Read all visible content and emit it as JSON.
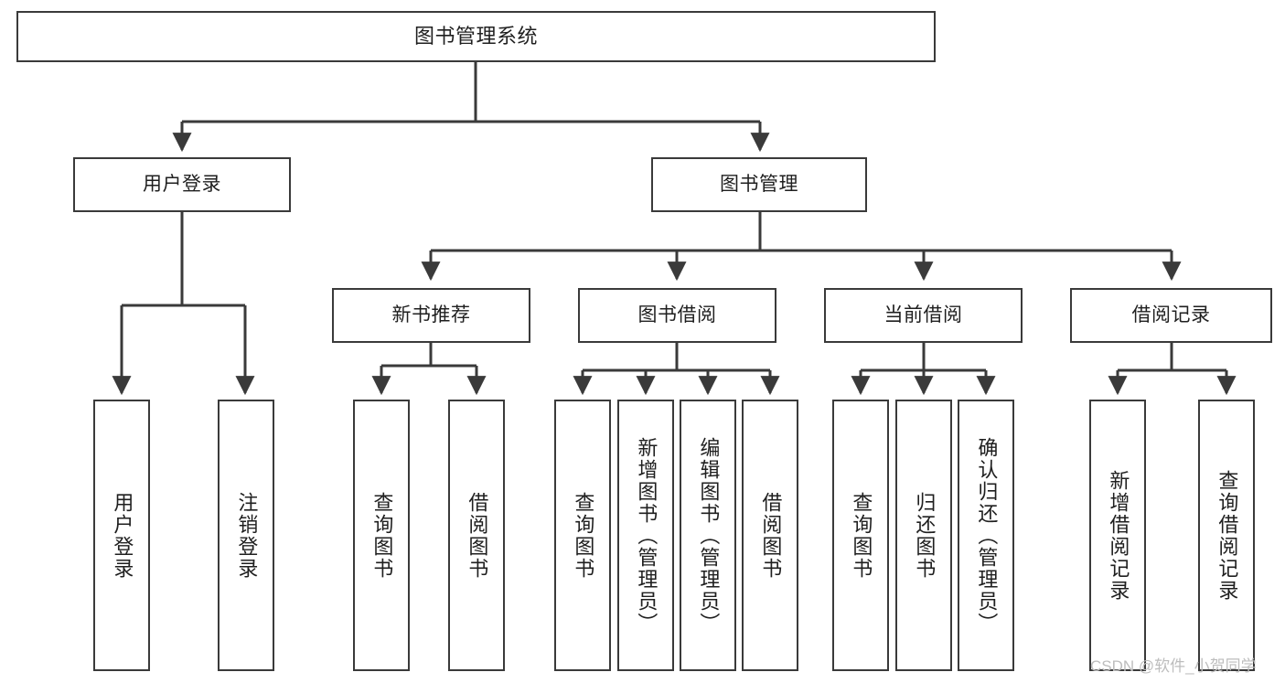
{
  "diagram": {
    "title": "图书管理系统",
    "type": "tree-structure-chart",
    "colors": {
      "background": "#ffffff",
      "box_border": "#3a3a3a",
      "box_fill": "#ffffff",
      "connector": "#3a3a3a",
      "text": "#1f1f1f",
      "watermark": "#bdbdbd"
    },
    "root": {
      "label": "图书管理系统"
    },
    "level2": [
      {
        "id": "user-login",
        "label": "用户登录"
      },
      {
        "id": "book-manage",
        "label": "图书管理"
      }
    ],
    "level3": [
      {
        "id": "new-book-recommend",
        "label": "新书推荐",
        "parent": "book-manage"
      },
      {
        "id": "book-borrow",
        "label": "图书借阅",
        "parent": "book-manage"
      },
      {
        "id": "current-borrow",
        "label": "当前借阅",
        "parent": "book-manage"
      },
      {
        "id": "borrow-record",
        "label": "借阅记录",
        "parent": "book-manage"
      }
    ],
    "leaves": {
      "user-login": [
        {
          "id": "leaf-user-login",
          "label": "用户登录"
        },
        {
          "id": "leaf-logout-login",
          "label": "注销登录"
        }
      ],
      "new-book-recommend": [
        {
          "id": "leaf-query-book-1",
          "label": "查询图书"
        },
        {
          "id": "leaf-borrow-book-1",
          "label": "借阅图书"
        }
      ],
      "book-borrow": [
        {
          "id": "leaf-query-book-2",
          "label": "查询图书"
        },
        {
          "id": "leaf-add-book",
          "label": "新增图书（管理员）"
        },
        {
          "id": "leaf-edit-book",
          "label": "编辑图书（管理员）"
        },
        {
          "id": "leaf-borrow-book-2",
          "label": "借阅图书"
        }
      ],
      "current-borrow": [
        {
          "id": "leaf-query-book-3",
          "label": "查询图书"
        },
        {
          "id": "leaf-return-book",
          "label": "归还图书"
        },
        {
          "id": "leaf-confirm-return",
          "label": "确认归还（管理员）"
        }
      ],
      "borrow-record": [
        {
          "id": "leaf-add-record",
          "label": "新增借阅记录"
        },
        {
          "id": "leaf-query-record",
          "label": "查询借阅记录"
        }
      ]
    }
  },
  "watermark": {
    "text": "CSDN @软件_小贺同学"
  }
}
